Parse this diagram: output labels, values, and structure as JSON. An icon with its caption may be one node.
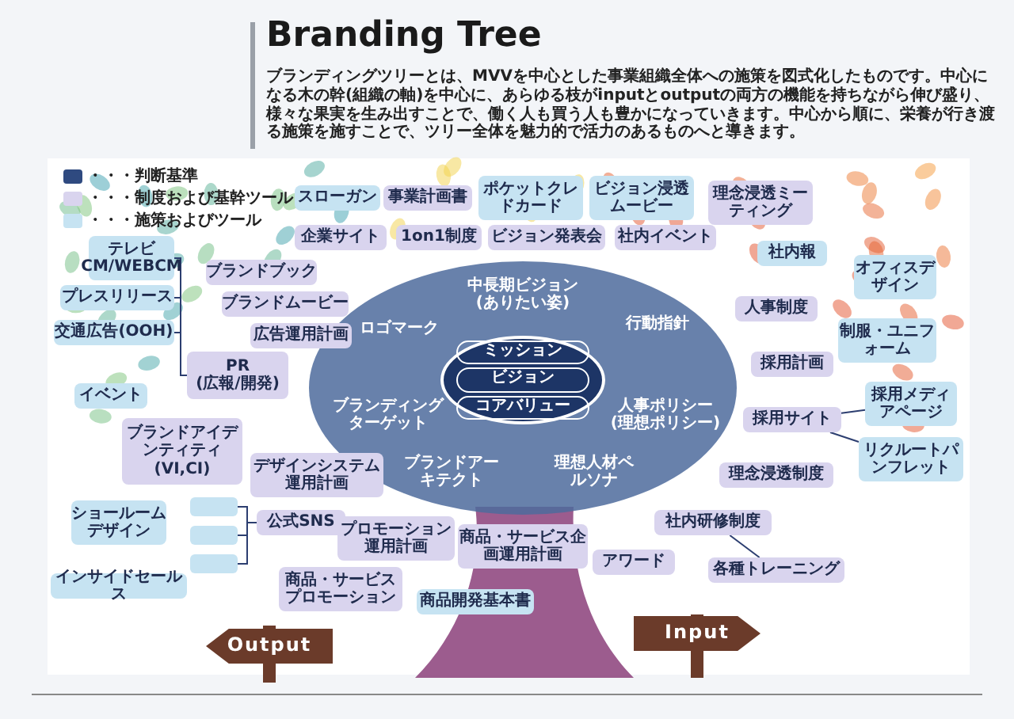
{
  "diagram": {
    "title": "Branding Tree",
    "caption": "ブランディングツリーとは、MVVを中心とした事業組織全体への施策を図式化したものです。中心になる木の幹(組織の軸)を中心に、あらゆる枝がinputとoutputの両方の機能を持ちながら伸び盛り、様々な果実を生み出すことで、働く人も買う人も豊かになっていきます。中心から順に、栄養が行き渡る施策を施すことで、ツリー全体を魅力的で活力のあるものへと導きます。",
    "nodes": [
      {
        "text": [],
        "shape": "ellipse"
      },
      {
        "text": [
          "ミッション"
        ],
        "in": 0
      },
      {
        "text": [
          "ビジョン"
        ],
        "in": 0
      },
      {
        "text": [
          "コアバリュー"
        ],
        "in": 0
      },
      {
        "text": [
          "中長期ビジョン",
          "(ありたい姿)"
        ]
      },
      {
        "text": [
          "ロゴマーク"
        ]
      },
      {
        "text": [
          "行動指針"
        ]
      },
      {
        "text": [
          "ブランディングターゲット"
        ]
      },
      {
        "text": [
          "人事ポリシー",
          "(理想ポリシー)"
        ]
      },
      {
        "text": [
          "ブランドアーキテクト"
        ]
      },
      {
        "text": [
          "理想人材ペルソナ"
        ]
      },
      {
        "text": [
          "スローガン"
        ]
      },
      {
        "text": [
          "事業計画書"
        ]
      },
      {
        "text": [
          "ポケットクレドカード"
        ]
      },
      {
        "text": [
          "ビジョン浸透ムービー"
        ]
      },
      {
        "text": [
          "理念浸透ミーティング"
        ]
      },
      {
        "text": [
          "テレビCM/WEBCM"
        ]
      },
      {
        "text": [
          "ブランドブック"
        ]
      },
      {
        "text": [
          "企業サイト"
        ]
      },
      {
        "text": [
          "1on1制度"
        ]
      },
      {
        "text": [
          "ビジョン発表会"
        ]
      },
      {
        "text": [
          "社内イベント"
        ]
      },
      {
        "text": [
          "社内報"
        ]
      },
      {
        "text": [
          "オフィスデザイン"
        ]
      },
      {
        "text": [
          "プレスリリース"
        ]
      },
      {
        "text": [
          "ブランドムービー"
        ]
      },
      {
        "text": [
          "人事制度"
        ]
      },
      {
        "text": [
          "交通広告(OOH)"
        ]
      },
      {
        "text": [
          "広告運用計画"
        ]
      },
      {
        "text": [
          "制服・ユニフォーム"
        ]
      },
      {
        "text": [
          "採用計画"
        ]
      },
      {
        "text": [
          "PR",
          "(広報/開発)"
        ]
      },
      {
        "text": [
          "イベント"
        ]
      },
      {
        "text": [
          "採用サイト"
        ]
      },
      {
        "text": [
          "採用メディアページ"
        ]
      },
      {
        "text": [
          "ブランドアイデンティティ(VI,CI)"
        ]
      },
      {
        "text": [
          "リクルートパンフレット"
        ]
      },
      {
        "text": [
          "デザインシステム運用計画"
        ]
      },
      {
        "text": [
          "理念浸透制度"
        ]
      },
      {
        "text": [
          "公式SNS"
        ]
      },
      {
        "text": [],
        "shape": "box"
      },
      {
        "text": [],
        "shape": "box"
      },
      {
        "text": [],
        "shape": "box"
      },
      {
        "text": [
          "ショールームデザイン"
        ]
      },
      {
        "text": [
          "社内研修制度"
        ]
      },
      {
        "text": [
          "プロモーション運用計画"
        ]
      },
      {
        "text": [
          "商品・サービス企画運用計画"
        ]
      },
      {
        "text": [
          "アワード"
        ]
      },
      {
        "text": [
          "各種トレーニング"
        ]
      },
      {
        "text": [
          "インサイドセールス"
        ]
      },
      {
        "text": [
          "商品・サービスプロモーション"
        ]
      },
      {
        "text": [
          "商品開発基本書"
        ]
      },
      {
        "text": [
          "Output"
        ]
      },
      {
        "text": [
          "Input"
        ]
      }
    ],
    "edges": [
      {
        "from": 31,
        "to": 16,
        "arrow": "none"
      },
      {
        "from": 31,
        "to": 24,
        "arrow": "none"
      },
      {
        "from": 31,
        "to": 27,
        "arrow": "none"
      },
      {
        "from": 39,
        "to": 40,
        "arrow": "none"
      },
      {
        "from": 39,
        "to": 41,
        "arrow": "none"
      },
      {
        "from": 39,
        "to": 42,
        "arrow": "none"
      },
      {
        "from": 33,
        "to": 34,
        "arrow": "none"
      },
      {
        "from": 33,
        "to": 36,
        "arrow": "none"
      },
      {
        "from": 44,
        "to": 48,
        "arrow": "none"
      }
    ],
    "legend": [
      {
        "text": "・・・判断基準",
        "color": "#2f4a80"
      },
      {
        "text": "・・・制度および基幹ツール",
        "color": "#d9d4ee"
      },
      {
        "text": "・・・施策およびツール",
        "color": "#c6e3f2"
      }
    ]
  }
}
